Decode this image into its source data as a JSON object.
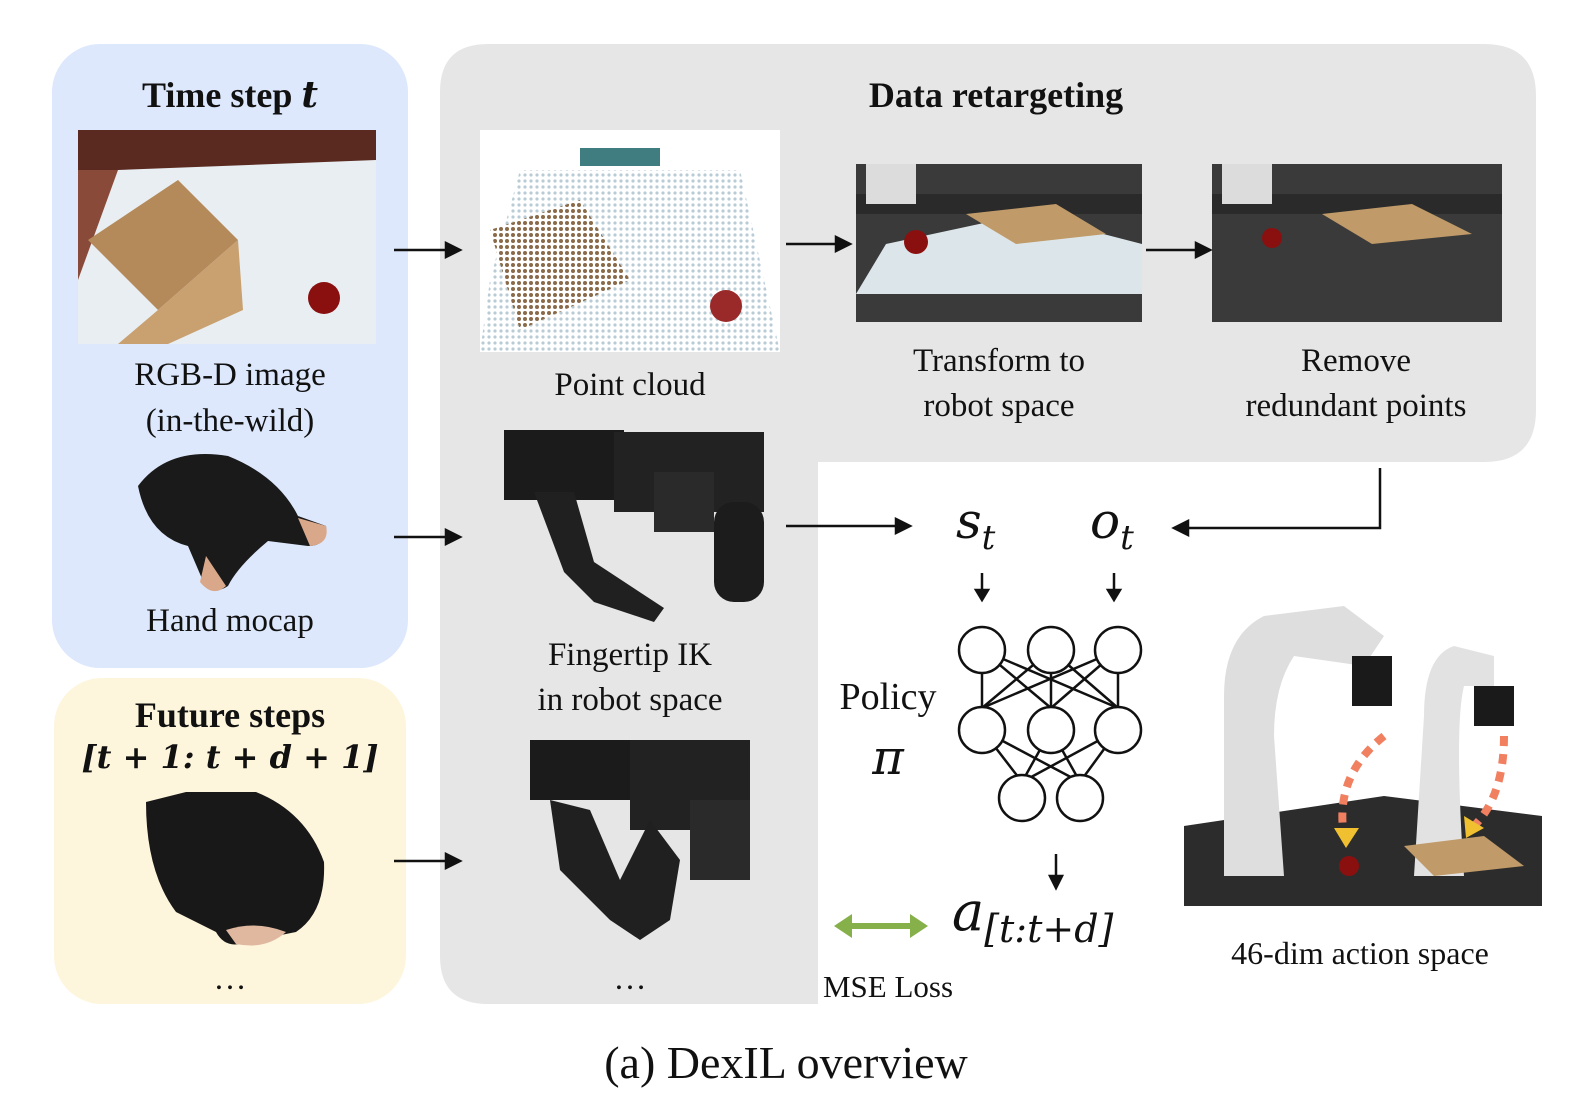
{
  "time_step": {
    "title_text": "Time step ",
    "title_var": "t"
  },
  "future_steps": {
    "title": "Future steps",
    "range": "[t + 1: t + d + 1]",
    "ellipsis": "…"
  },
  "data_retargeting": {
    "title": "Data retargeting"
  },
  "captions": {
    "rgbd_line1": "RGB-D image",
    "rgbd_line2": "(in-the-wild)",
    "hand_mocap": "Hand mocap",
    "point_cloud": "Point cloud",
    "transform_line1": "Transform to",
    "transform_line2": "robot space",
    "remove_line1": "Remove",
    "remove_line2": "redundant points",
    "fingertip_line1": "Fingertip IK",
    "fingertip_line2": "in robot space",
    "ik_ellipsis": "…",
    "action_space": "46-dim action space",
    "mse_loss": "MSE Loss"
  },
  "policy": {
    "label": "Policy",
    "symbol": "π",
    "state": "s",
    "state_sub": "t",
    "obs": "o",
    "obs_sub": "t",
    "action": "a",
    "action_sub": "[t:t+d]"
  },
  "figure_caption": "(a) DexIL overview",
  "colors": {
    "blue_panel": "#dde8fc",
    "yellow_panel": "#fdf6dc",
    "gray_panel": "#e6e6e6",
    "mse_arrow": "#86b04a"
  }
}
